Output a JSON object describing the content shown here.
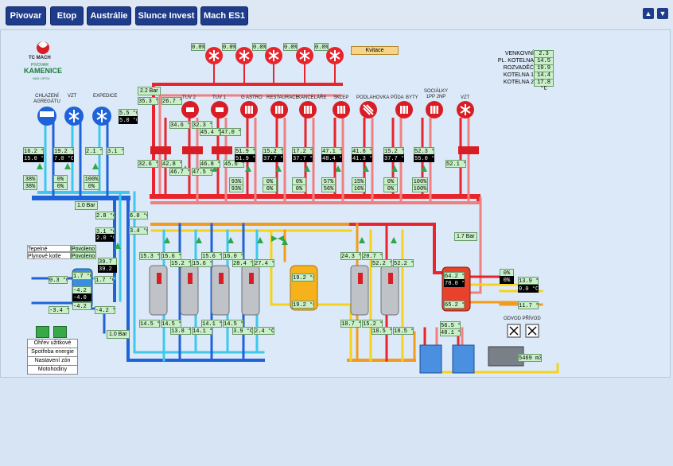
{
  "nav": {
    "tabs": [
      {
        "label": "Pivovar"
      },
      {
        "label": "Etop"
      },
      {
        "label": "Austrálie"
      },
      {
        "label": "Slunce Invest"
      },
      {
        "label": "Mach ES1"
      }
    ],
    "corner_icons": [
      "caret-up-icon",
      "caret-down-icon"
    ]
  },
  "logo": {
    "line1": "TC MACH",
    "line2": "PIVOVAR",
    "line3": "KAMENICE",
    "line4": "NAD LIPOU"
  },
  "ambient": [
    {
      "label": "VENKOVNÍ",
      "value": "2.3 °C"
    },
    {
      "label": "PL. KOTELNA",
      "value": "14.5 °C"
    },
    {
      "label": "ROZVADĚČ",
      "value": "19.9 °C"
    },
    {
      "label": "KOTELNA 1",
      "value": "14.4 °C"
    },
    {
      "label": "KOTELNA 2",
      "value": "17.8 °C"
    }
  ],
  "kvitace": "Kvitace",
  "fans_top": {
    "values": [
      "0.0%",
      "0.0%",
      "0.0%",
      "0.0%",
      "0.0%"
    ]
  },
  "circuits": [
    {
      "name": "TUV 2",
      "t1": "34.6 °C",
      "t2": "32.6 °C",
      "t3": "42.8 °C"
    },
    {
      "name": "TUV 1",
      "t1": "32.3 °C",
      "t2": "46.7 °C",
      "t3": "47.5 °C"
    },
    {
      "name": "",
      "t1": "45.4 °C",
      "t2": "46.8 °C",
      "t3": "47.0 °C"
    },
    {
      "name": "G ASTRO",
      "t1": "51.9 °C",
      "t2": "51.9 °C",
      "t3": "45.6 °C",
      "p1": "93%",
      "p2": "93%"
    },
    {
      "name": "RESTAURACE",
      "t1": "15.2 °C",
      "t2": "37.7 °C",
      "p1": "0%",
      "p2": "0%"
    },
    {
      "name": "KANCELÁŘE",
      "t1": "17.2 °C",
      "t2": "37.7 °C",
      "p1": "0%",
      "p2": "0%"
    },
    {
      "name": "SKLEP",
      "t1": "47.1 °C",
      "t2": "48.4 °C",
      "p1": "57%",
      "p2": "56%"
    },
    {
      "name": "PODLAHOVKA",
      "t1": "41.8 °C",
      "t2": "41.3 °C",
      "p1": "15%",
      "p2": "16%"
    },
    {
      "name": "PŮDA",
      "t1": "15.2 °C",
      "t2": "37.7 °C",
      "p1": "0%",
      "p2": "0%"
    },
    {
      "name": "BYTY",
      "t1": "52.3 °C",
      "t2": "55.0 °C",
      "p1": "100%",
      "p2": "100%"
    },
    {
      "name": "SOCIÁLKY 1PP 2NP"
    },
    {
      "name": "VZT",
      "t1": "52.1 °C"
    }
  ],
  "pressure": {
    "p1": "2.2 Bar",
    "p2": "1.0 Bar",
    "p3": "1.7 Bar",
    "p4": "1.0 Bar"
  },
  "misc_temps": {
    "t_35_3": "35.3 °C",
    "t_26_7": "26.7 °C",
    "chl_a": "16.2 °C",
    "chl_b": "15.0 °C",
    "vzt_a": "19.2 °C",
    "vzt_b": "7.0 °C",
    "exp_a": "2.1 °C",
    "exp_b": "3.1 °C",
    "exp_c": "5.5 °C",
    "exp_d": "5.0 °C",
    "c1p": "38%",
    "c1q": "38%",
    "c2p": "0%",
    "c2q": "0%",
    "c3p": "100%",
    "c3q": "0%",
    "m1": "2.8 °C",
    "m2": "6.0 °C",
    "m3": "3.4 °C",
    "m4": "3.1 °C",
    "m5": "2.0 °C",
    "m6": "39.7 °C",
    "m7": "39.2 °C",
    "m8": "0.3 °C",
    "m9": "1.7 °C",
    "m10": "-3.4 °C",
    "m11": "-4.2 °C",
    "hp1": "1.7 °C",
    "hp2": "-4.2 °C",
    "hp3": "-4.0 °C",
    "hp4": "-4.2 °C",
    "acc": [
      "15.3 °C",
      "15.6 °C",
      "15.2 °C",
      "15.6 °C",
      "15.6 °C",
      "16.0 °C",
      "28.4 °C",
      "27.4 °C"
    ],
    "acc2": [
      "14.5 °C",
      "14.5 °C",
      "13.8 °C",
      "14.1 °C",
      "14.1 °C",
      "14.5 °C",
      "3.9 °C",
      "2.4 °C"
    ],
    "tank1": "19.2 °C",
    "tank2": "19.2 °C",
    "hw": [
      "24.3 °C",
      "20.7 °C",
      "52.2 °C",
      "52.2 °C"
    ],
    "hw2": [
      "18.7 °C",
      "15.2 °C",
      "18.5 °C",
      "18.5 °C"
    ],
    "boil": [
      "64.2 °C",
      "70.0 °C",
      "65.2 °C"
    ],
    "boil2": [
      "56.5 °C",
      "48.1 °C"
    ],
    "rt1": "0%",
    "rt2": "0%",
    "rt3": "13.9 °C",
    "rt4": "0.0 °C",
    "rt5": "11.7 °C",
    "gas": "5469 m3"
  },
  "labels_left": {
    "chl": "CHLAZENÍ AGREGÁTU",
    "vzt": "VZT",
    "exp": "EXPEDICE"
  },
  "status_table": [
    {
      "k": "Tepelné čerpadlo",
      "v": "Povoleno"
    },
    {
      "k": "Plynové kotle",
      "v": "Povoleno"
    }
  ],
  "menu": [
    "Ohřev užitkové vody",
    "Spotřeba energie",
    "Nastavení zón",
    "Motohodiny"
  ],
  "vent_label": "ODVOD PŘÍVOD",
  "colors": {
    "hot": "#e8242c",
    "warm": "#f08080",
    "cold": "#1f63d8",
    "cyan": "#3ec8ee",
    "orange": "#f39b1c",
    "yellow": "#f6d21c",
    "nav": "#1f3c8a"
  }
}
